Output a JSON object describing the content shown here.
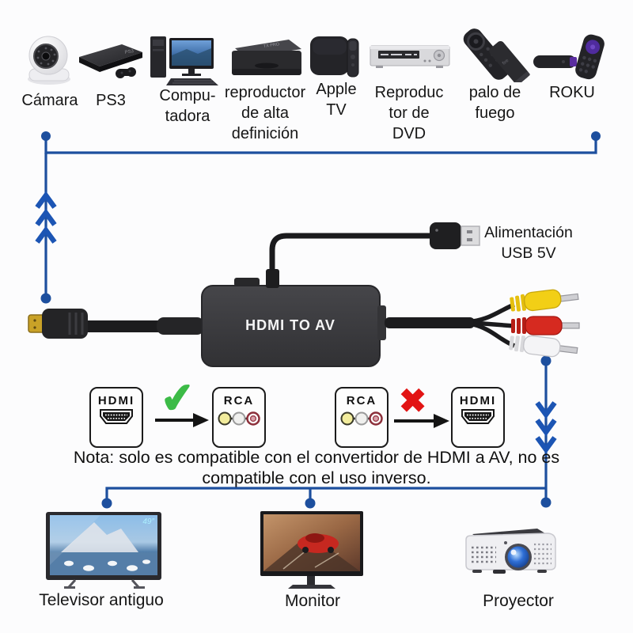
{
  "top_row": {
    "devices": [
      {
        "id": "camara",
        "lines": [
          "Cámara"
        ]
      },
      {
        "id": "ps3",
        "lines": [
          "PS3"
        ]
      },
      {
        "id": "computadora",
        "lines": [
          "Compu-",
          "tadora"
        ]
      },
      {
        "id": "hd_player",
        "lines": [
          "reproductor",
          "de alta",
          "definición"
        ]
      },
      {
        "id": "apple_tv",
        "lines": [
          "Apple",
          "TV"
        ]
      },
      {
        "id": "dvd",
        "lines": [
          "Reproduc",
          "tor de",
          "DVD"
        ]
      },
      {
        "id": "fire_stick",
        "lines": [
          "palo de",
          "fuego"
        ]
      },
      {
        "id": "roku",
        "lines": [
          "ROKU"
        ]
      }
    ]
  },
  "power_label": {
    "lines": [
      "Alimentación",
      "USB 5V"
    ]
  },
  "converter": {
    "label": "HDMI TO AV"
  },
  "compat": {
    "left": {
      "from": "HDMI",
      "to": "RCA"
    },
    "right": {
      "from": "RCA",
      "to": "HDMI"
    },
    "check_glyph": "✔",
    "cross_glyph": "✖"
  },
  "note": {
    "lines": [
      "Nota: solo es compatible con el convertidor de HDMI a AV, no es",
      "compatible con el uso inverso."
    ]
  },
  "bottom_row": {
    "tv_badge": "49″",
    "devices": [
      {
        "id": "televisor",
        "label": "Televisor antiguo"
      },
      {
        "id": "monitor",
        "label": "Monitor"
      },
      {
        "id": "proyector",
        "label": "Proyector"
      }
    ]
  },
  "colors": {
    "connector_blue": "#1d4f9e",
    "chevron_blue": "#1c55b4",
    "check_green": "#3cbb47",
    "cross_red": "#e21414",
    "rca_yellow": "#f2cf16",
    "rca_red": "#d62a20",
    "rca_white": "#f4f4f6"
  }
}
